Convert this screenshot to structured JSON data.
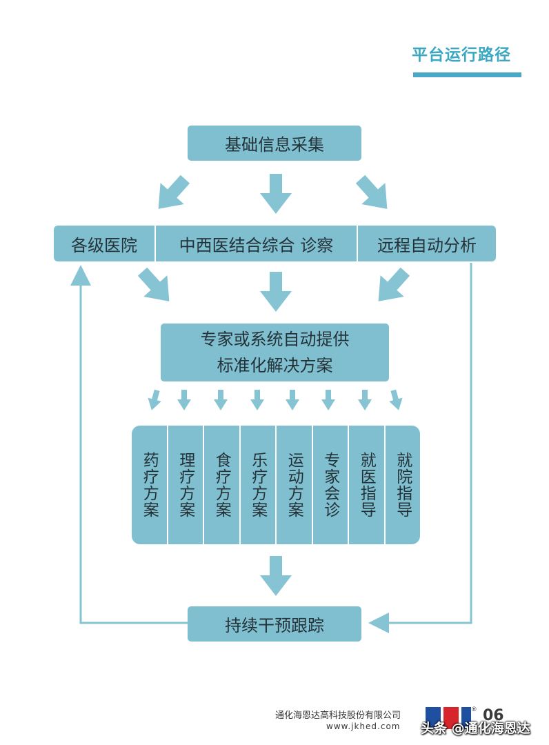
{
  "header": {
    "title": "平台运行路径"
  },
  "diagram": {
    "top_box": "基础信息采集",
    "row_boxes": [
      "各级医院",
      "中西医结合综合 诊察",
      "远程自动分析"
    ],
    "middle_box": {
      "line1": "专家或系统自动提供",
      "line2": "标准化解决方案"
    },
    "plans": [
      "药疗方案",
      "理疗方案",
      "食疗方案",
      "乐疗方案",
      "运动方案",
      "专家会诊",
      "就医指导",
      "就院指导"
    ],
    "bottom_box": "持续干预跟踪",
    "colors": {
      "box_fill": "#7fbfd0",
      "arrow_fill": "#86c4d3",
      "accent": "#3aa7c3"
    }
  },
  "footer": {
    "company": "通化海恩达高科技股份有限公司",
    "url": "www.jkhed.com",
    "page": "06",
    "logo_mark": "®"
  },
  "watermark": {
    "text": "头条 @通化海恩达"
  }
}
